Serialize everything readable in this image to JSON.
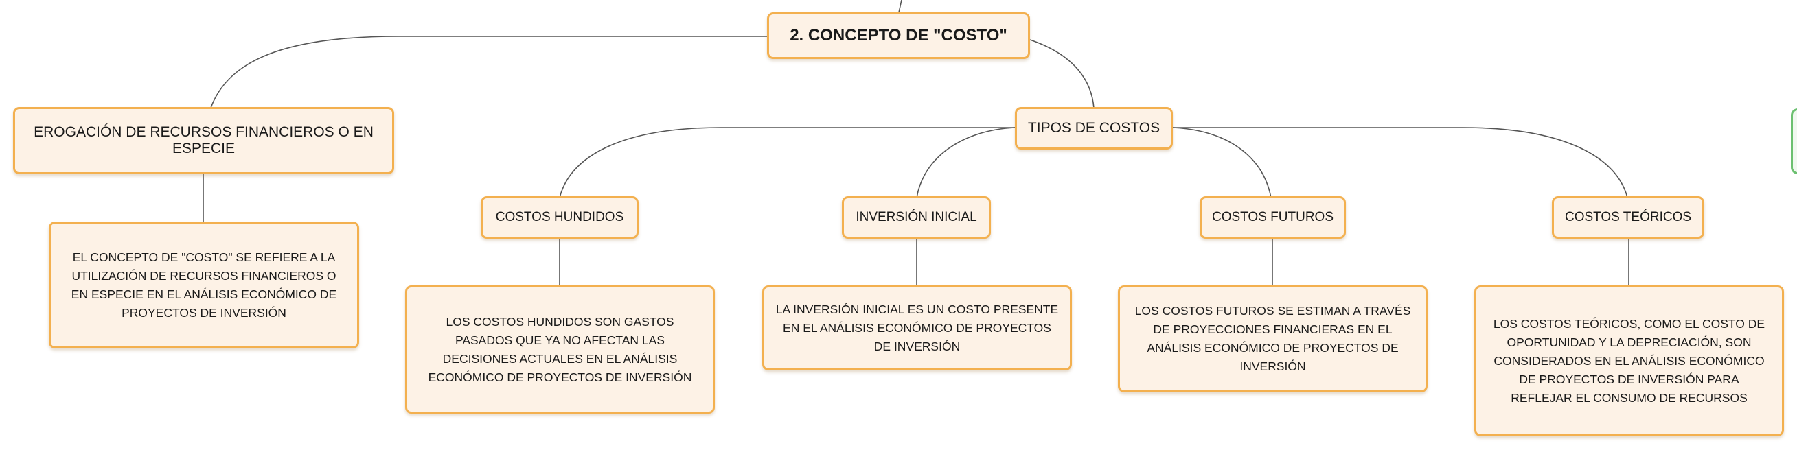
{
  "diagram": {
    "root": {
      "label": "2. CONCEPTO DE \"COSTO\""
    },
    "branch_expenditure": {
      "label": "EROGACIÓN DE RECURSOS FINANCIEROS O EN ESPECIE",
      "description": "EL CONCEPTO DE \"COSTO\" SE REFIERE A LA UTILIZACIÓN DE RECURSOS FINANCIEROS O EN ESPECIE EN EL ANÁLISIS ECONÓMICO DE PROYECTOS DE INVERSIÓN"
    },
    "branch_types": {
      "label": "TIPOS DE COSTOS",
      "children": [
        {
          "label": "COSTOS HUNDIDOS",
          "description": "LOS COSTOS HUNDIDOS SON GASTOS PASADOS QUE YA NO AFECTAN LAS DECISIONES ACTUALES EN EL ANÁLISIS ECONÓMICO DE PROYECTOS DE INVERSIÓN"
        },
        {
          "label": "INVERSIÓN INICIAL",
          "description": "LA INVERSIÓN INICIAL ES UN COSTO PRESENTE EN EL ANÁLISIS ECONÓMICO DE PROYECTOS DE INVERSIÓN"
        },
        {
          "label": "COSTOS FUTUROS",
          "description": "LOS COSTOS FUTUROS SE ESTIMAN A TRAVÉS DE PROYECCIONES FINANCIERAS EN EL ANÁLISIS ECONÓMICO DE PROYECTOS DE INVERSIÓN"
        },
        {
          "label": "COSTOS TEÓRICOS",
          "description": "LOS COSTOS TEÓRICOS, COMO EL COSTO DE OPORTUNIDAD Y LA DEPRECIACIÓN, SON CONSIDERADOS EN EL ANÁLISIS ECONÓMICO DE PROYECTOS DE INVERSIÓN PARA REFLEJAR EL CONSUMO DE RECURSOS"
        }
      ]
    },
    "colors": {
      "node_fill": "#fdf2e6",
      "node_border": "#f3b04f",
      "connector": "#555555",
      "side_accent": "#6cc070"
    }
  }
}
